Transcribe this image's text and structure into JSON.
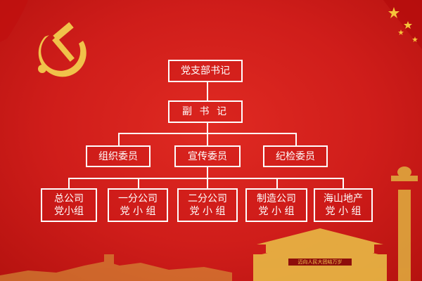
{
  "chart": {
    "root": "党支部书记",
    "deputy": "副 书 记",
    "members": [
      "组织委员",
      "宣传委员",
      "纪检委员"
    ],
    "groups": [
      {
        "line1": "总公司",
        "line2": "党小组"
      },
      {
        "line1": "一分公司",
        "line2": "党 小 组"
      },
      {
        "line1": "二分公司",
        "line2": "党 小 组"
      },
      {
        "line1": "制造公司",
        "line2": "党 小 组"
      },
      {
        "line1": "海山地产",
        "line2": "党 小 组"
      }
    ]
  },
  "decor": {
    "emblem": "hammer-and-sickle-icon",
    "banner_text": "迈向人民大团结万岁",
    "colors": {
      "background": "#d21f1c",
      "gold": "#f0c24a",
      "line": "#ffffff"
    }
  }
}
